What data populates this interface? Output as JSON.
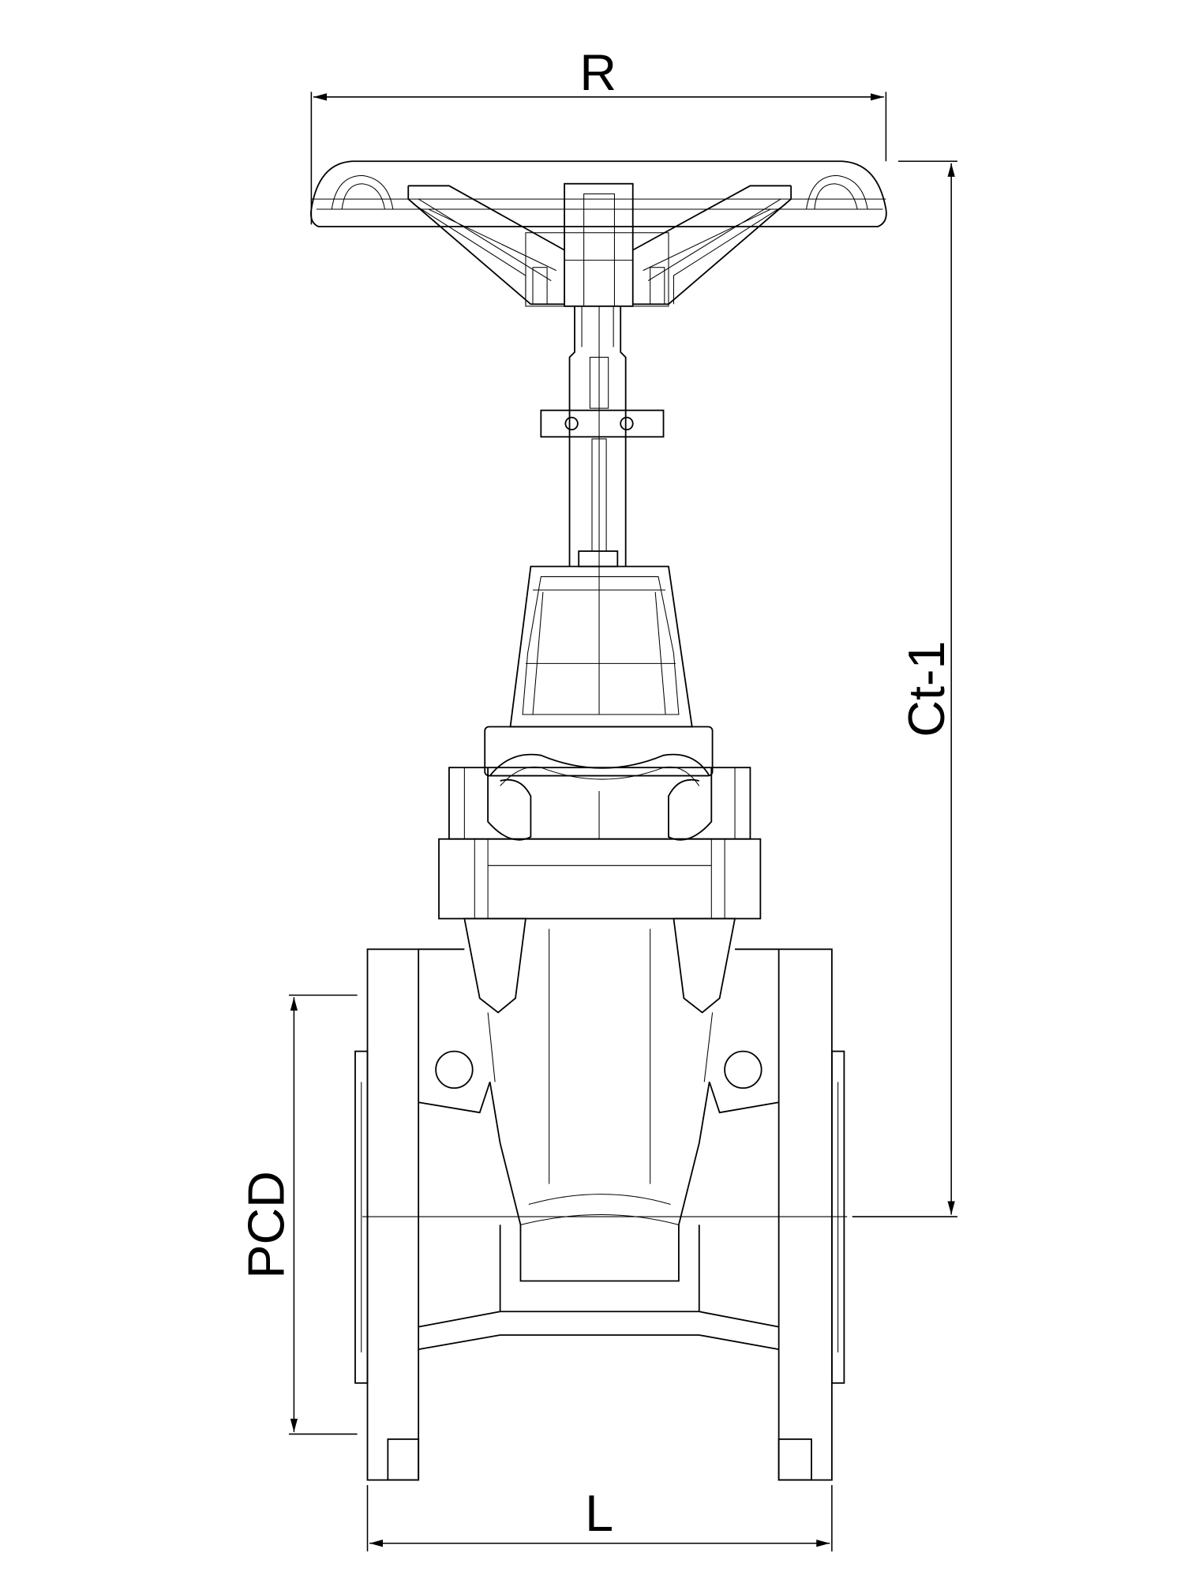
{
  "dimensions": {
    "handwheel_diameter": "R",
    "height": "Ct-1",
    "pitch_circle_diameter": "PCD",
    "length": "L"
  },
  "colors": {
    "line": "#000000",
    "background": "#ffffff"
  }
}
